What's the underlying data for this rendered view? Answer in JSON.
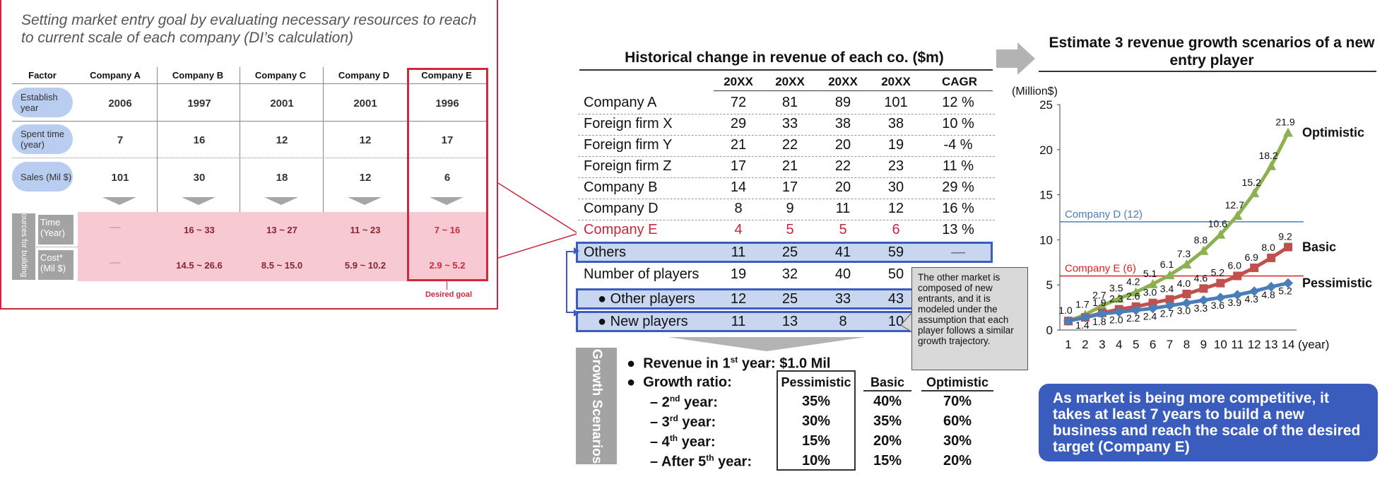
{
  "left_panel": {
    "title": "Setting market entry goal by evaluating necessary resources to reach to current scale of each company (DI’s calculation)",
    "headers": [
      "Factor",
      "Company A",
      "Company B",
      "Company C",
      "Company D",
      "Company E"
    ],
    "rows": [
      {
        "label": "Establish year",
        "values": [
          "2006",
          "1997",
          "2001",
          "2001",
          "1996"
        ]
      },
      {
        "label": "Spent time (year)",
        "values": [
          "7",
          "16",
          "12",
          "12",
          "17"
        ]
      },
      {
        "label": "Sales (Mil $)",
        "values": [
          "101",
          "30",
          "18",
          "12",
          "6"
        ]
      }
    ],
    "resources_label": "Resources for building new",
    "time_label": "Time (Year)",
    "cost_label": "Cost* (Mil $)",
    "time_values": [
      "—",
      "16 ~ 33",
      "13 ~ 27",
      "11 ~ 23",
      "7 ~ 16"
    ],
    "cost_values": [
      "—",
      "14.5 ~ 26.6",
      "8.5 ~ 15.0",
      "5.9 ~ 10.2",
      "2.9 ~ 5.2"
    ],
    "desired_goal": "Desired goal",
    "colors": {
      "accent_red": "#d0283c",
      "oval_blue": "#b9cdf0",
      "pink": "#f7c9d2"
    }
  },
  "mid_table": {
    "title": "Historical change in revenue of each co. ($m)",
    "headers": [
      "20XX",
      "20XX",
      "20XX",
      "20XX",
      "CAGR"
    ],
    "rows": [
      {
        "label": "Company A",
        "values": [
          "72",
          "81",
          "89",
          "101",
          "12 %"
        ]
      },
      {
        "label": "Foreign firm X",
        "values": [
          "29",
          "33",
          "38",
          "38",
          "10 %"
        ]
      },
      {
        "label": "Foreign firm Y",
        "values": [
          "21",
          "22",
          "20",
          "19",
          "-4 %"
        ]
      },
      {
        "label": "Foreign firm Z",
        "values": [
          "17",
          "21",
          "22",
          "23",
          "11 %"
        ]
      },
      {
        "label": "Company B",
        "values": [
          "14",
          "17",
          "20",
          "30",
          "29 %"
        ]
      },
      {
        "label": "Company D",
        "values": [
          "8",
          "9",
          "11",
          "12",
          "16 %"
        ]
      },
      {
        "label": "Company E",
        "values": [
          "4",
          "5",
          "5",
          "6",
          "13 %"
        ]
      },
      {
        "label": "Others",
        "values": [
          "11",
          "25",
          "41",
          "59",
          "—"
        ]
      },
      {
        "label": "Number of players",
        "values": [
          "19",
          "32",
          "40",
          "50"
        ]
      },
      {
        "label": "● Other players",
        "values": [
          "12",
          "25",
          "33",
          "43"
        ]
      },
      {
        "label": "● New players",
        "values": [
          "11",
          "13",
          "8",
          "10"
        ]
      }
    ],
    "callout": "The other market is composed of new entrants, and it is modeled under the assumption that each player follows a similar growth trajectory.",
    "colors": {
      "highlight_blue": "#3a5dbd",
      "highlight_fill": "#c8d6f0",
      "company_e_red": "#c8283c"
    }
  },
  "growth": {
    "label": "Growth Scenarios",
    "revenue_prefix": "Revenue in 1",
    "revenue_sup": "st",
    "revenue_suffix": " year: $1.0 Mil",
    "ratio_label": "Growth ratio:",
    "headers": [
      "Pessimistic",
      "Basic",
      "Optimistic"
    ],
    "rows": [
      {
        "pre": "– 2",
        "sup": "nd",
        "post": " year:",
        "values": [
          "35%",
          "40%",
          "70%"
        ]
      },
      {
        "pre": "– 3",
        "sup": "rd",
        "post": " year:",
        "values": [
          "30%",
          "35%",
          "60%"
        ]
      },
      {
        "pre": "– 4",
        "sup": "th",
        "post": " year:",
        "values": [
          "15%",
          "20%",
          "30%"
        ]
      },
      {
        "pre": "– After 5",
        "sup": "th",
        "post": " year:",
        "values": [
          "10%",
          "15%",
          "20%"
        ]
      }
    ]
  },
  "right_panel": {
    "title": "Estimate 3 revenue growth scenarios of a new entry player",
    "note": "As market is being more competitive, it takes at least 7 years to build a new business and reach the scale of the desired target (Company E)"
  },
  "chart_data": {
    "type": "line",
    "ylabel": "(Million$)",
    "xlabel": "(year)",
    "x": [
      1,
      2,
      3,
      4,
      5,
      6,
      7,
      8,
      9,
      10,
      11,
      12,
      13,
      14
    ],
    "ylim": [
      0,
      25
    ],
    "yticks": [
      0,
      5,
      10,
      15,
      20,
      25
    ],
    "series": [
      {
        "name": "Optimistic",
        "color": "#8db050",
        "marker": "triangle",
        "values": [
          1.0,
          1.7,
          2.7,
          3.5,
          4.2,
          5.1,
          6.1,
          7.3,
          8.8,
          10.6,
          12.7,
          15.2,
          18.2,
          21.9
        ],
        "labels": [
          "",
          "1.7",
          "2.7",
          "3.5",
          "4.2",
          "5.1",
          "6.1",
          "7.3",
          "8.8",
          "10.6",
          "12.7",
          "15.2",
          "18.2",
          "21.9"
        ]
      },
      {
        "name": "Basic",
        "color": "#c0504d",
        "marker": "square",
        "values": [
          1.0,
          1.4,
          1.9,
          2.3,
          2.6,
          3.0,
          3.4,
          4.0,
          4.6,
          5.2,
          6.0,
          6.9,
          8.0,
          9.2
        ],
        "labels": [
          "1.0",
          "",
          "1.9",
          "2.3",
          "2.6",
          "3.0",
          "3.4",
          "4.0",
          "4.6",
          "5.2",
          "6.0",
          "6.9",
          "8.0",
          "9.2"
        ]
      },
      {
        "name": "Pessimistic",
        "color": "#4a7ebb",
        "marker": "diamond",
        "values": [
          1.0,
          1.4,
          1.8,
          2.0,
          2.2,
          2.4,
          2.7,
          3.0,
          3.3,
          3.6,
          3.9,
          4.3,
          4.8,
          5.2
        ],
        "labels": [
          "",
          "1.4",
          "1.8",
          "2.0",
          "2.2",
          "2.4",
          "2.7",
          "3.0",
          "3.3",
          "3.6",
          "3.9",
          "4.3",
          "4.8",
          "5.2"
        ]
      }
    ],
    "reference_lines": [
      {
        "label": "Company D (12)",
        "value": 12,
        "color": "#4a7ebb"
      },
      {
        "label": "Company E (6)",
        "value": 6,
        "color": "#e02020"
      }
    ]
  }
}
